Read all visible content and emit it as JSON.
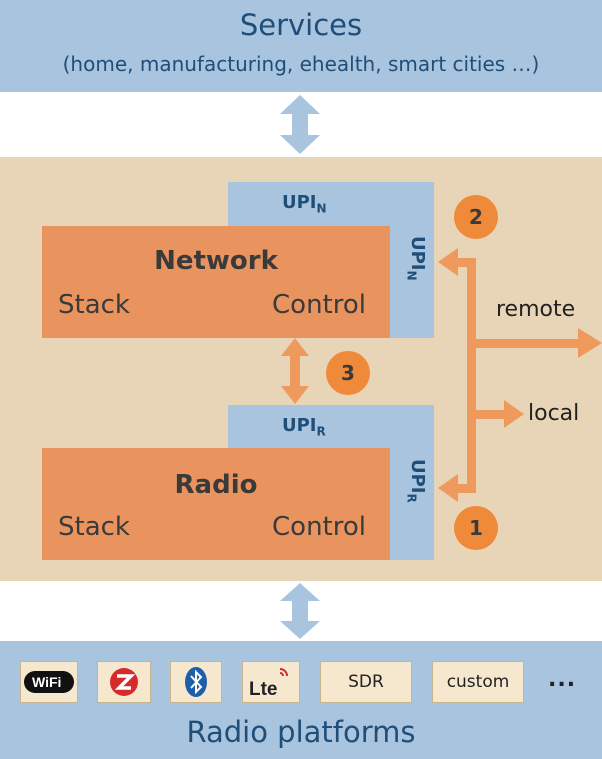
{
  "services": {
    "title": "Services",
    "subtitle": "(home, manufacturing, ehealth, smart cities …)"
  },
  "network": {
    "title": "Network",
    "left": "Stack",
    "right": "Control",
    "upi_prefix": "UPI",
    "upi_sub": "N"
  },
  "radio": {
    "title": "Radio",
    "left": "Stack",
    "right": "Control",
    "upi_prefix": "UPI",
    "upi_sub": "R"
  },
  "badges": {
    "one": "1",
    "two": "2",
    "three": "3"
  },
  "arrows": {
    "remote": "remote",
    "local": "local"
  },
  "platforms": {
    "title": "Radio platforms",
    "items": [
      {
        "label": "WiFi",
        "icon": "wifi-logo"
      },
      {
        "label": "",
        "icon": "zigbee-logo"
      },
      {
        "label": "",
        "icon": "bluetooth-logo"
      },
      {
        "label": "Lte",
        "icon": "lte-logo"
      },
      {
        "label": "SDR"
      },
      {
        "label": "custom"
      }
    ],
    "more": "..."
  },
  "colors": {
    "blue": "#a9c4df",
    "tan": "#e8d5b7",
    "orange": "#e9945e",
    "arrow": "#ee9a5c"
  }
}
